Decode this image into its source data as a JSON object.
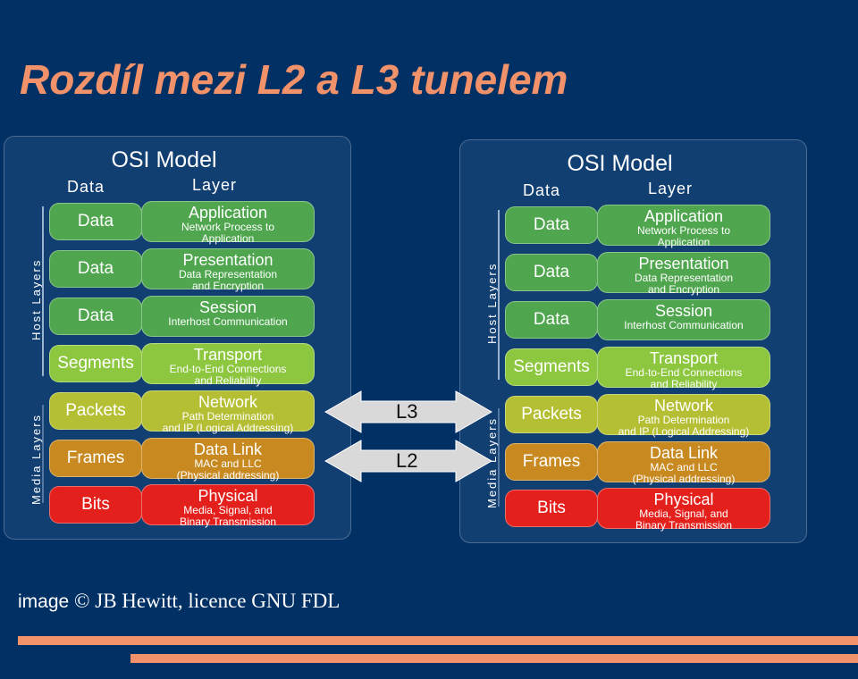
{
  "title": "Rozdíl mezi L2 a L3 tunelem",
  "model": {
    "title": "OSI Model",
    "col_data": "Data",
    "col_layer": "Layer",
    "host_layers": "Host Layers",
    "media_layers": "Media Layers",
    "rows": [
      {
        "data": "Data",
        "layer": "Application",
        "desc": [
          "Network Process to",
          "Application"
        ],
        "color": "#4fa64e"
      },
      {
        "data": "Data",
        "layer": "Presentation",
        "desc": [
          "Data Representation",
          "and Encryption"
        ],
        "color": "#4fa64e"
      },
      {
        "data": "Data",
        "layer": "Session",
        "desc": [
          "Interhost Communication"
        ],
        "color": "#4fa64e"
      },
      {
        "data": "Segments",
        "layer": "Transport",
        "desc": [
          "End-to-End Connections",
          "and Reliability"
        ],
        "color": "#8dc63f"
      },
      {
        "data": "Packets",
        "layer": "Network",
        "desc": [
          "Path Determination",
          "and IP (Logical Addressing)"
        ],
        "color": "#b5bf34"
      },
      {
        "data": "Frames",
        "layer": "Data Link",
        "desc": [
          "MAC and LLC",
          "(Physical addressing)"
        ],
        "color": "#c88a20"
      },
      {
        "data": "Bits",
        "layer": "Physical",
        "desc": [
          "Media, Signal, and",
          "Binary Transmission"
        ],
        "color": "#e3201c"
      }
    ]
  },
  "arrows": {
    "l3": "L3",
    "l2": "L2"
  },
  "credit": {
    "prefix": "image ",
    "text": "© JB Hewitt, licence GNU FDL"
  },
  "colors": {
    "background": "#013064",
    "accent": "#f2926a"
  }
}
